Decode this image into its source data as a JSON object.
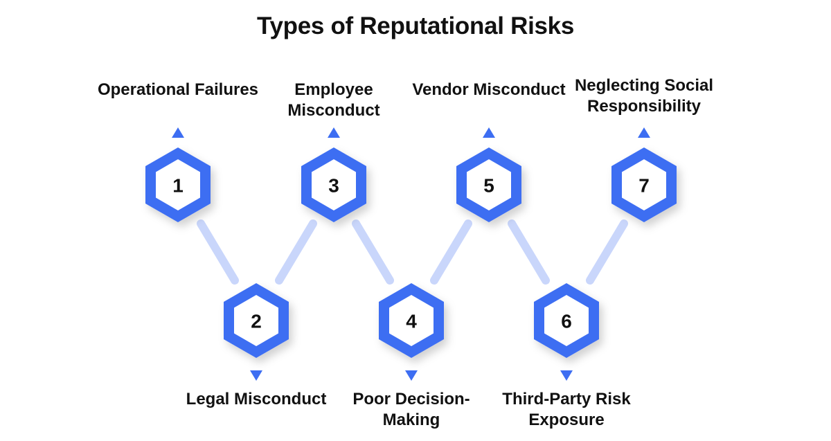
{
  "title": "Types of Reputational Risks",
  "accent_color": "#3D6EF2",
  "connector_color": "#C9D6FB",
  "nodes": [
    {
      "number": "1",
      "label": "Operational Failures"
    },
    {
      "number": "2",
      "label": "Legal Misconduct"
    },
    {
      "number": "3",
      "label": "Employee Misconduct"
    },
    {
      "number": "4",
      "label": "Poor Decision-Making"
    },
    {
      "number": "5",
      "label": "Vendor Misconduct"
    },
    {
      "number": "6",
      "label": "Third-Party Risk Exposure"
    },
    {
      "number": "7",
      "label": "Neglecting Social Responsibility"
    }
  ]
}
